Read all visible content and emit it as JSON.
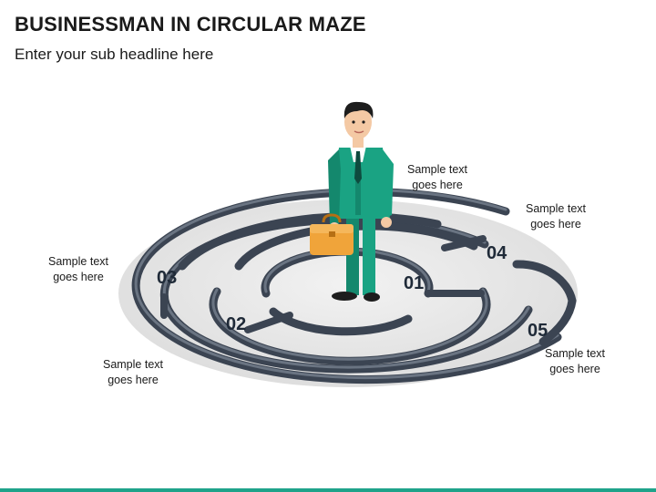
{
  "slide": {
    "title": "BUSINESSMAN IN CIRCULAR MAZE",
    "subtitle": "Enter your sub headline here"
  },
  "steps": [
    {
      "number": "01",
      "line1": "Sample text",
      "line2": "goes here"
    },
    {
      "number": "02",
      "line1": "Sample text",
      "line2": "goes here"
    },
    {
      "number": "03",
      "line1": "Sample text",
      "line2": "goes here"
    },
    {
      "number": "04",
      "line1": "Sample text",
      "line2": "goes here"
    },
    {
      "number": "05",
      "line1": "Sample text",
      "line2": "goes here"
    }
  ],
  "colors": {
    "maze_wall": "#46505e",
    "maze_floor": "#e4e4e4",
    "suit": "#1aa383",
    "briefcase": "#f0a43a",
    "accent_bar": "#1fa38a"
  },
  "icons": [
    "businessman-figure",
    "briefcase-icon",
    "circular-maze"
  ]
}
